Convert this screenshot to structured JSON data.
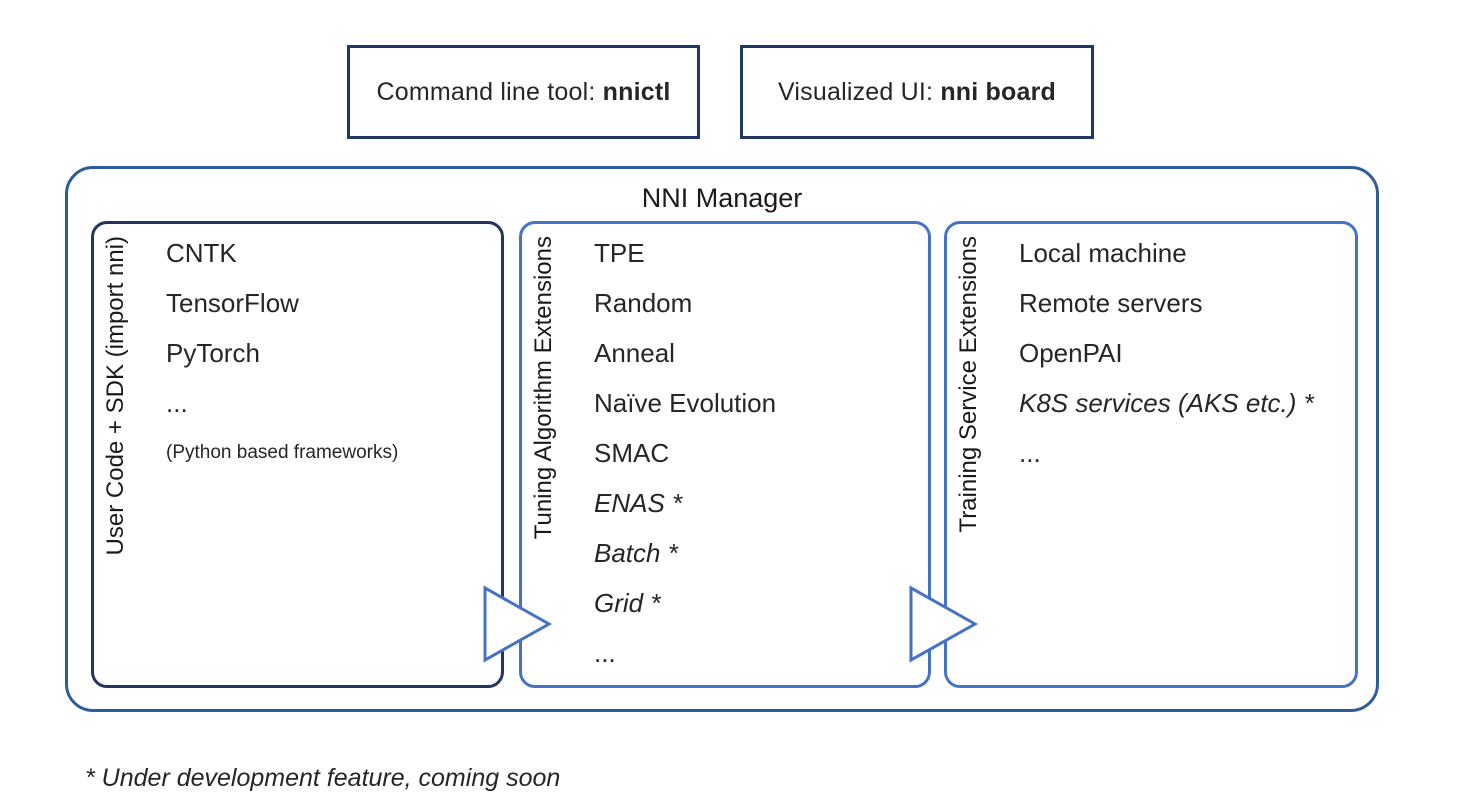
{
  "top_boxes": [
    {
      "prefix": "Command line tool: ",
      "bold": "nnictl"
    },
    {
      "prefix": "Visualized UI: ",
      "bold": "nni board"
    }
  ],
  "manager_title": "NNI Manager",
  "columns": [
    {
      "side_label": "User Code + SDK (import nni)",
      "items": [
        "CNTK",
        "TensorFlow",
        "PyTorch",
        "...",
        "(Python based frameworks)"
      ]
    },
    {
      "side_label": "Tuning Algorithm Extensions",
      "items": [
        "TPE",
        "Random",
        "Anneal",
        "Naïve Evolution",
        "SMAC",
        "ENAS *",
        "Batch *",
        "Grid *",
        "..."
      ]
    },
    {
      "side_label": "Training Service Extensions",
      "items": [
        "Local machine",
        "Remote servers",
        "OpenPAI",
        "K8S services (AKS etc.) *",
        "..."
      ]
    }
  ],
  "footnote": "* Under development feature, coming soon",
  "colors": {
    "dark_navy_border": "#1f3864",
    "outer_box_border": "#2e5b9c",
    "accent_blue_border": "#4472c4",
    "arrow_blue": "#4472c4",
    "text": "#262626"
  }
}
